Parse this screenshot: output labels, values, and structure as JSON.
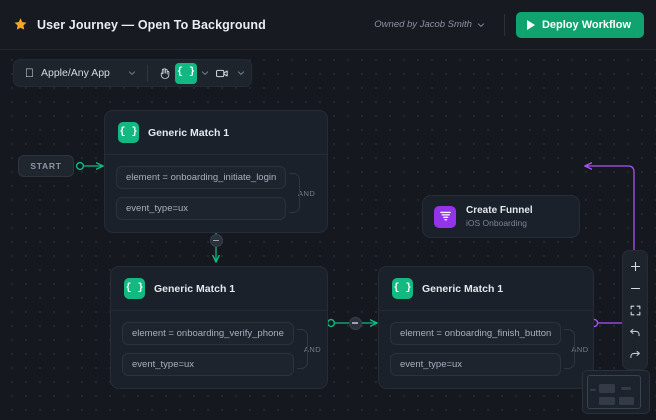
{
  "header": {
    "star_icon": "star-icon",
    "title": "User Journey — Open To Background",
    "owner_text": "Owned by Jacob Smith",
    "owner_chevron_icon": "chevron-down-icon",
    "deploy_label": "Deploy Workflow",
    "deploy_icon": "play-icon",
    "accent_color": "#10a36e"
  },
  "toolbar": {
    "app_icon": "apple-icon",
    "app_name": "Apple/Any App",
    "app_chevron_icon": "chevron-down-icon",
    "hand_tool_icon": "hand-icon",
    "code_tool_icon": "code-braces-icon",
    "code_tool_chevron_icon": "chevron-down-icon",
    "video_tool_icon": "video-camera-icon",
    "video_tool_chevron_icon": "chevron-down-icon",
    "active_tool_color": "#10b981"
  },
  "canvas": {
    "start_label": "START",
    "and_label": "AND",
    "edge_button_icon": "minus-icon",
    "edge_color_green": "#12b981",
    "edge_color_purple": "#a855f7",
    "nodes": [
      {
        "name": "generic-match-1-top",
        "title": "Generic Match 1",
        "icon": "code-braces-icon",
        "conditions": [
          "element = onboarding_initiate_login",
          "event_type=ux"
        ]
      },
      {
        "name": "generic-match-1-middle",
        "title": "Generic Match 1",
        "icon": "code-braces-icon",
        "conditions": [
          "element = onboarding_verify_phone",
          "event_type=ux"
        ]
      },
      {
        "name": "generic-match-1-right",
        "title": "Generic Match 1",
        "icon": "code-braces-icon",
        "conditions": [
          "element = onboarding_finish_button",
          "event_type=ux"
        ]
      }
    ],
    "funnel_node": {
      "title": "Create Funnel",
      "subtitle": "iOS Onboarding",
      "icon": "funnel-icon",
      "color": "#9333ea"
    }
  },
  "view_controls": {
    "zoom_in_icon": "plus-icon",
    "zoom_out_icon": "minus-icon",
    "fit_screen_icon": "fit-screen-icon",
    "undo_icon": "undo-arrow-icon",
    "redo_icon": "redo-arrow-icon"
  },
  "minimap": {
    "name": "minimap"
  }
}
